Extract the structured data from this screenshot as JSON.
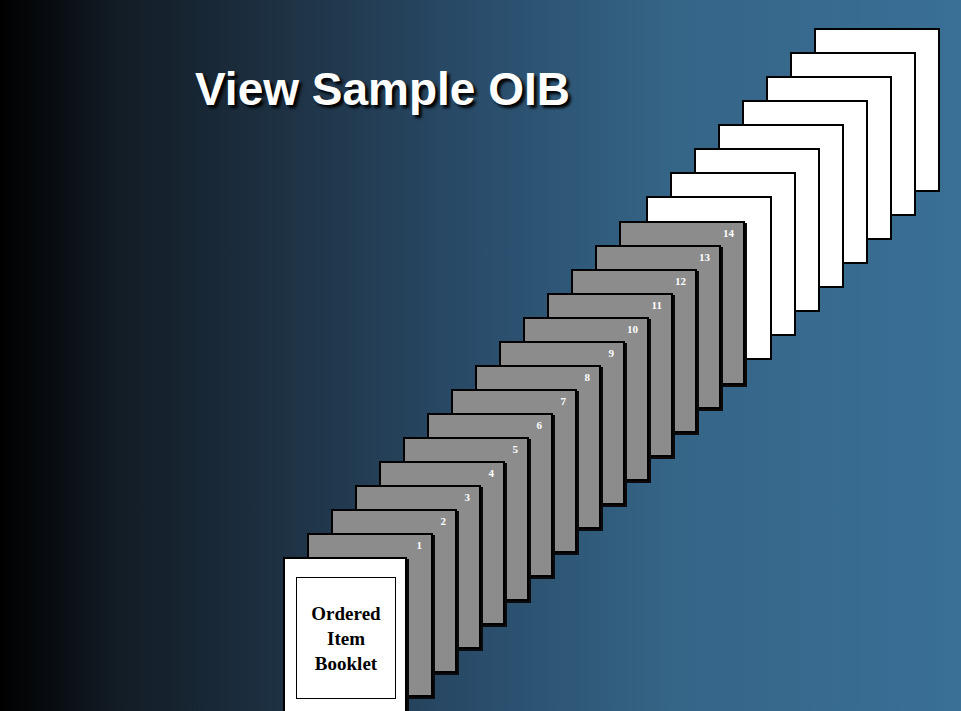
{
  "diagram": {
    "title": "View Sample OIB",
    "nodes": [
      {
        "text": [
          "Ordered Item Booklet"
        ]
      },
      {
        "text": [
          "1"
        ]
      },
      {
        "text": [
          "2"
        ]
      },
      {
        "text": [
          "3"
        ]
      },
      {
        "text": [
          "4"
        ]
      },
      {
        "text": [
          "5"
        ]
      },
      {
        "text": [
          "6"
        ]
      },
      {
        "text": [
          "7"
        ]
      },
      {
        "text": [
          "8"
        ]
      },
      {
        "text": [
          "9"
        ]
      },
      {
        "text": [
          "10"
        ]
      },
      {
        "text": [
          "11"
        ]
      },
      {
        "text": [
          "12"
        ]
      },
      {
        "text": [
          "13"
        ]
      },
      {
        "text": [
          "14"
        ]
      }
    ]
  }
}
